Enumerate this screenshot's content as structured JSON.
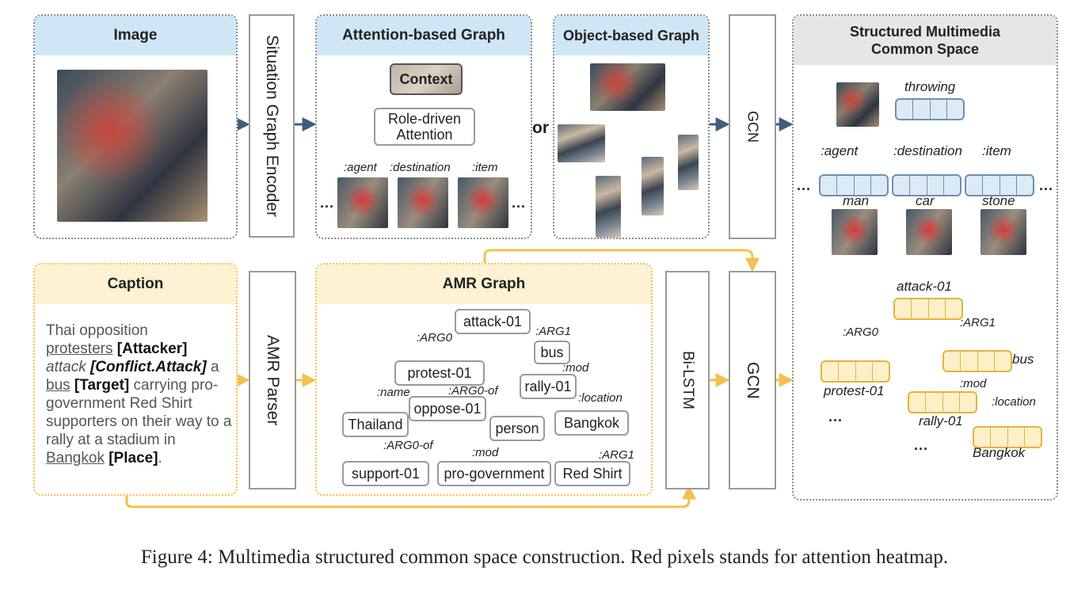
{
  "image_panel": {
    "title": "Image"
  },
  "encoder": {
    "label": "Situation Graph Encoder"
  },
  "attention_graph": {
    "title": "Attention-based Graph",
    "context": "Context",
    "role_attention": "Role-driven Attention",
    "roles": [
      ":agent",
      ":destination",
      ":item"
    ]
  },
  "or_label": "or",
  "object_graph": {
    "title": "Object-based Graph"
  },
  "gcn_top": "GCN",
  "common_space": {
    "title": "Structured Multimedia Common Space",
    "event": "throwing",
    "roles": [
      ":agent",
      ":destination",
      ":item"
    ],
    "args": [
      "man",
      "car",
      "stone"
    ],
    "amr_root": "attack-01",
    "amr_edges": [
      ":ARG0",
      ":ARG1",
      ":mod",
      ":location"
    ],
    "amr_nodes": [
      "protest-01",
      "bus",
      "rally-01",
      "Bangkok"
    ]
  },
  "caption_panel": {
    "title": "Caption",
    "t1": "Thai opposition",
    "protesters": "protesters",
    "attacker": "[Attacker]",
    "attack": "attack",
    "conflict": "[Conflict.Attack]",
    "a": "a",
    "bus": "bus",
    "target": "[Target]",
    "t2": "carrying pro-government Red Shirt supporters on their way to a rally at a stadium in",
    "bangkok": "Bangkok",
    "place": "[Place]",
    "period": "."
  },
  "amr_parser": "AMR Parser",
  "amr_graph": {
    "title": "AMR Graph",
    "nodes": {
      "attack": "attack-01",
      "bus": "bus",
      "protest": "protest-01",
      "rally": "rally-01",
      "thailand": "Thailand",
      "oppose": "oppose-01",
      "person": "person",
      "bangkok": "Bangkok",
      "support": "support-01",
      "progov": "pro-government",
      "redshirt": "Red Shirt"
    },
    "edges": {
      "arg0": ":ARG0",
      "arg1": ":ARG1",
      "mod": ":mod",
      "name": ":name",
      "arg0of": ":ARG0-of",
      "location": ":location",
      "arg0of2": ":ARG0-of",
      "mod2": ":mod",
      "arg1b": ":ARG1"
    }
  },
  "bilstm": "Bi-LSTM",
  "gcn_bottom": "GCN",
  "figure_caption": "Figure 4: Multimedia structured common space construction. Red pixels stands for attention heatmap.",
  "colors": {
    "blue_arrow": "#3f5f7f",
    "yellow_arrow": "#f2c14e",
    "table_blue": "#dceaf6",
    "table_yellow": "#fdf0c8"
  }
}
